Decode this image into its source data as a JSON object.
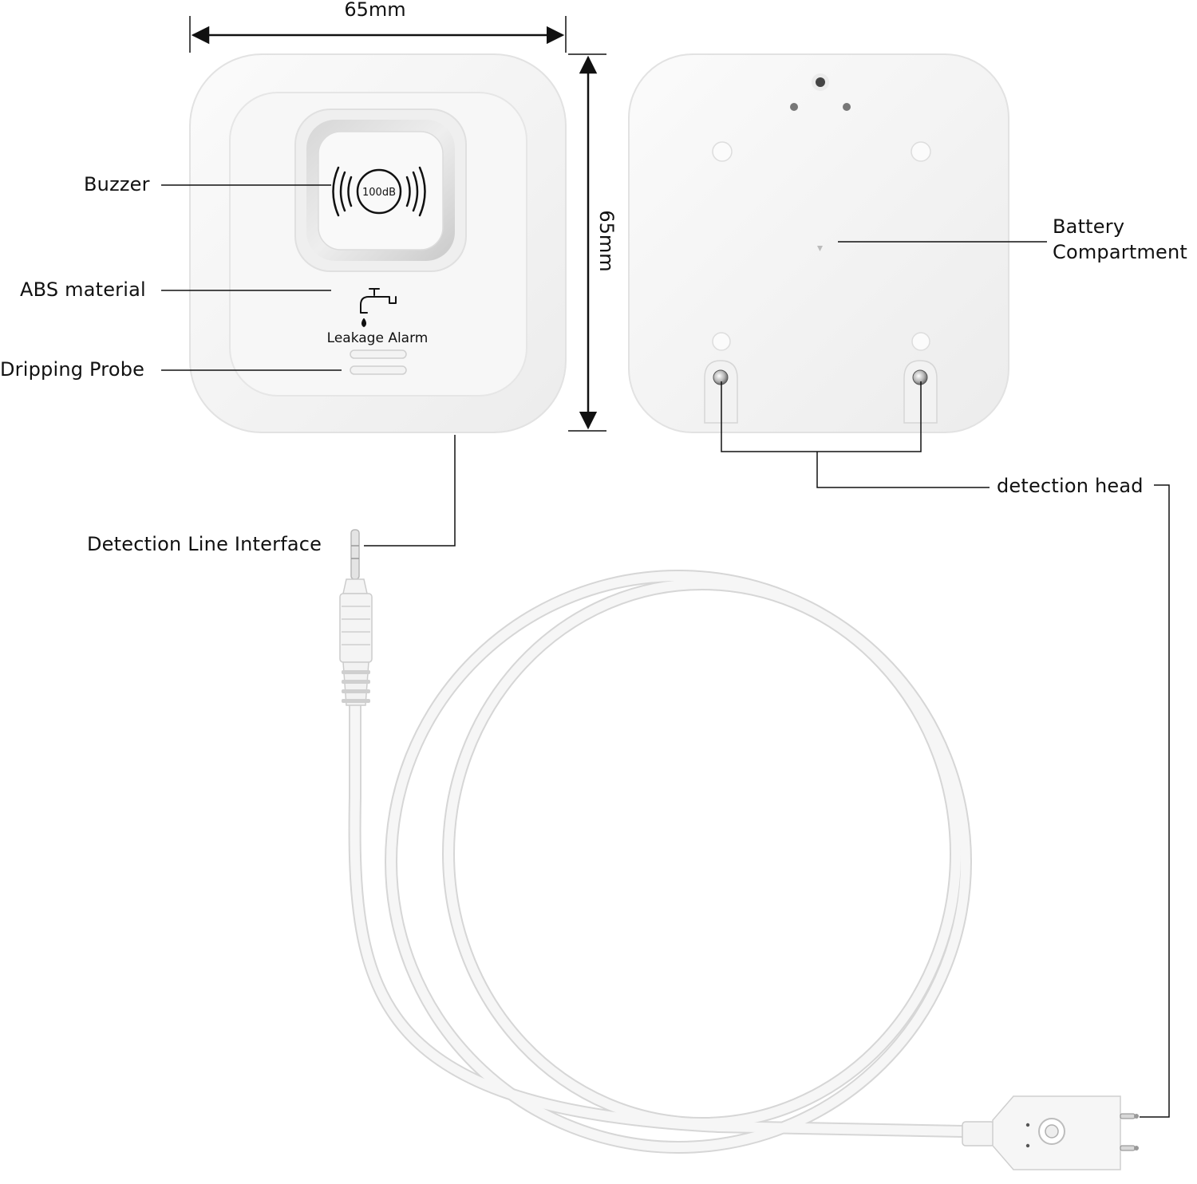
{
  "dimensions": {
    "width": "65mm",
    "height": "65mm"
  },
  "labels": {
    "buzzer": "Buzzer",
    "abs_material": "ABS material",
    "dripping_probe": "Dripping Probe",
    "battery_line1": "Battery",
    "battery_line2": "Compartment",
    "detection_head": "detection head",
    "detection_line_interface": "Detection Line Interface"
  },
  "device_front": {
    "decibel": "100dB",
    "caption": "Leakage Alarm"
  },
  "colors": {
    "device_body": "#f7f7f7",
    "device_edge": "#e4e4e4",
    "cable": "#f4f4f4",
    "cable_edge": "#d2d2d2",
    "line": "#111111"
  }
}
